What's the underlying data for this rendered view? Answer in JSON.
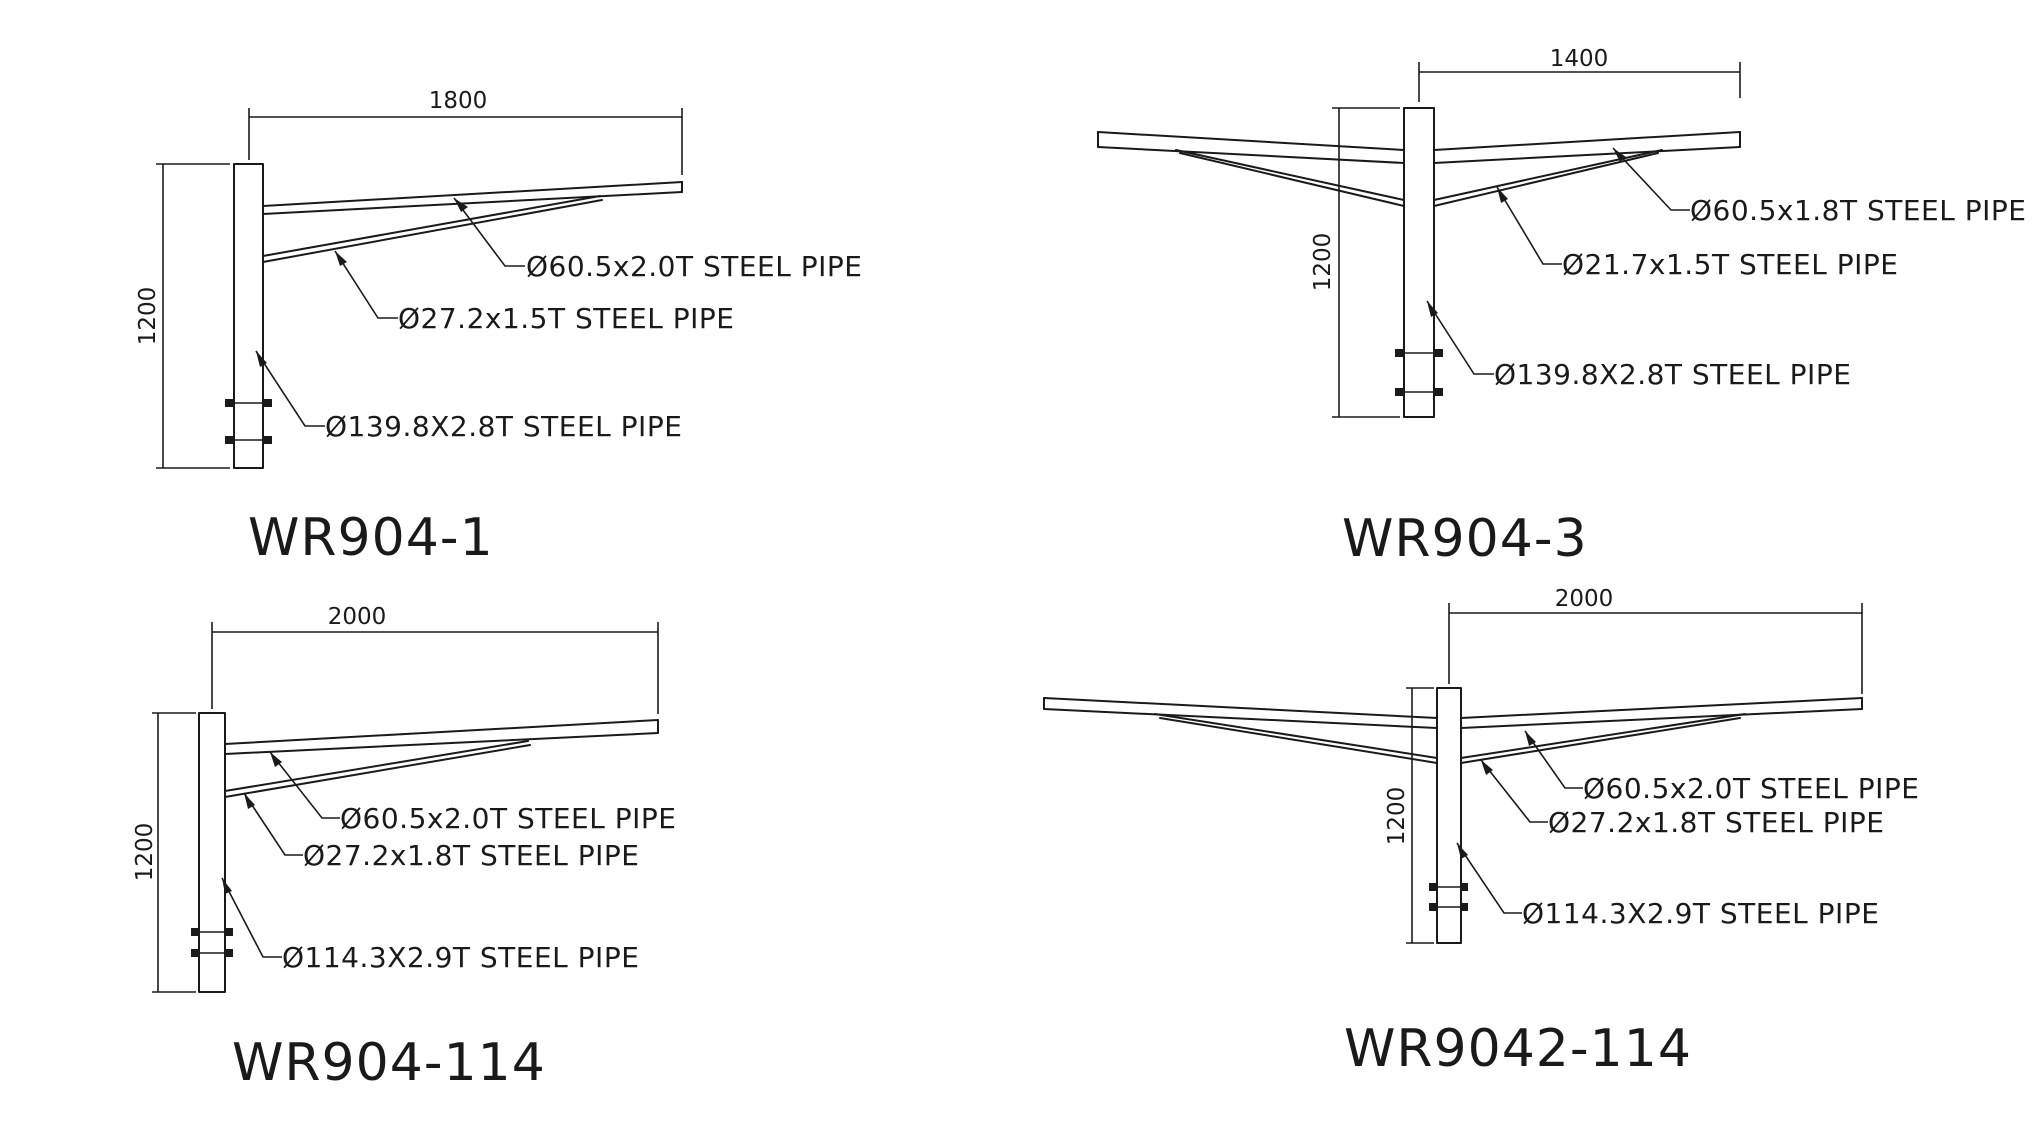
{
  "drawings": [
    {
      "title": "WR904-1",
      "dim_horizontal": "1800",
      "dim_vertical": "1200",
      "labels": [
        "Ø60.5x2.0T STEEL PIPE",
        "Ø27.2x1.5T STEEL PIPE",
        "Ø139.8X2.8T STEEL PIPE"
      ]
    },
    {
      "title": "WR904-3",
      "dim_horizontal": "1400",
      "dim_vertical": "1200",
      "labels": [
        "Ø60.5x1.8T STEEL PIPE",
        "Ø21.7x1.5T STEEL PIPE",
        "Ø139.8X2.8T STEEL PIPE"
      ]
    },
    {
      "title": "WR904-114",
      "dim_horizontal": "2000",
      "dim_vertical": "1200",
      "labels": [
        "Ø60.5x2.0T STEEL PIPE",
        "Ø27.2x1.8T STEEL PIPE",
        "Ø114.3X2.9T STEEL PIPE"
      ]
    },
    {
      "title": "WR9042-114",
      "dim_horizontal": "2000",
      "dim_vertical": "1200",
      "labels": [
        "Ø60.5x2.0T STEEL PIPE",
        "Ø27.2x1.8T STEEL PIPE",
        "Ø114.3X2.9T STEEL PIPE"
      ]
    }
  ]
}
